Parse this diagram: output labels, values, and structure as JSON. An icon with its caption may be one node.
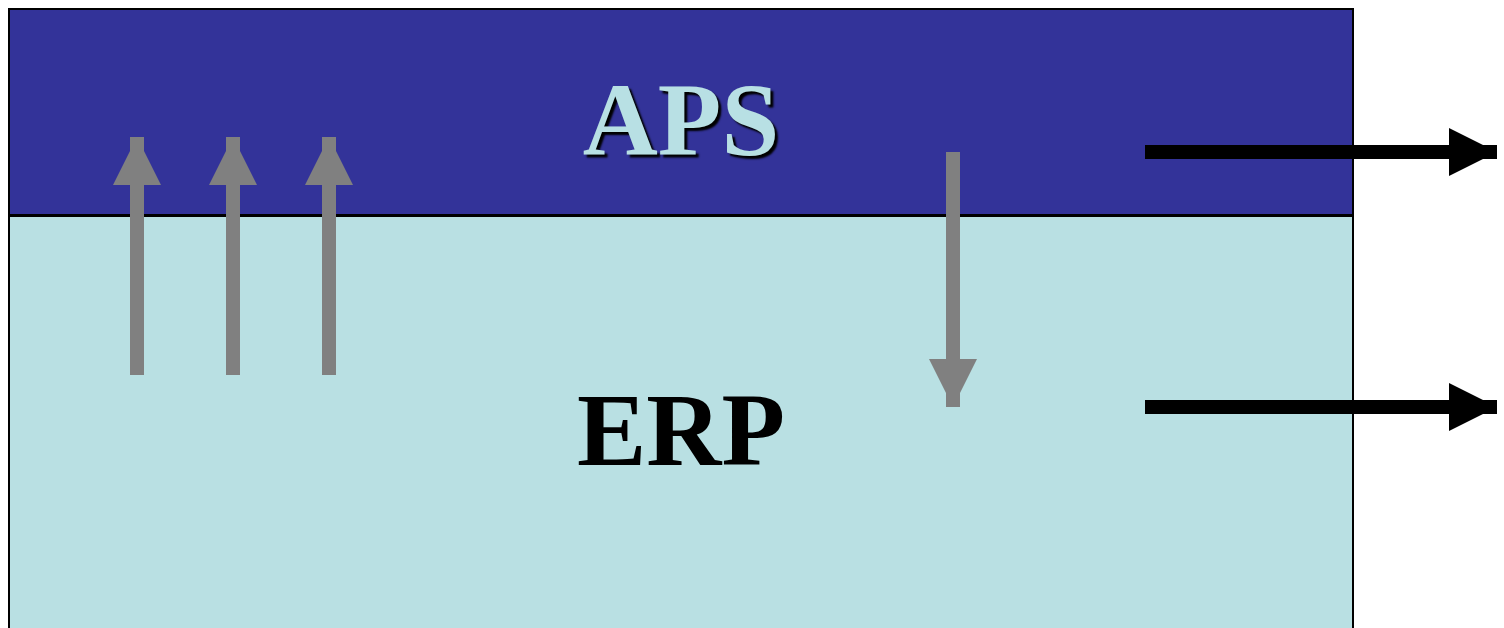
{
  "diagram": {
    "nodes": [
      {
        "text": [
          "APS"
        ]
      },
      {
        "text": [
          "ERP"
        ]
      }
    ],
    "edges": [
      {
        "from": 1,
        "to": 0,
        "arrow": "to"
      },
      {
        "from": 1,
        "to": 0,
        "arrow": "to"
      },
      {
        "from": 1,
        "to": 0,
        "arrow": "to"
      },
      {
        "from": 0,
        "to": 1,
        "arrow": "to"
      },
      {
        "from": 0,
        "to": null,
        "arrow": "to",
        "color": "#000000"
      },
      {
        "from": 1,
        "to": null,
        "arrow": "to",
        "color": "#000000"
      }
    ]
  }
}
